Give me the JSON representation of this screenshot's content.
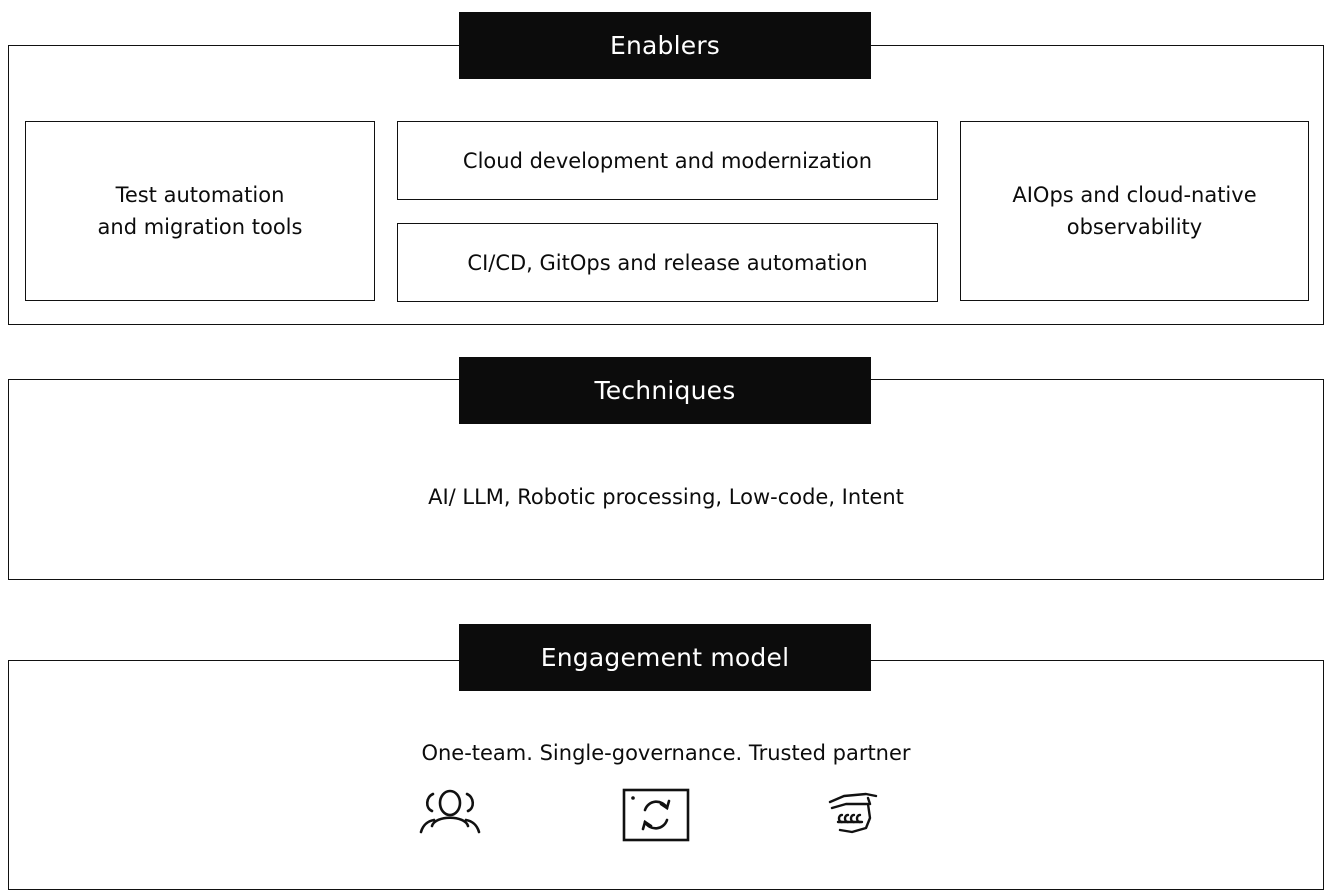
{
  "enablers": {
    "title": "Enablers",
    "left_box": {
      "line1": "Test automation",
      "line2": "and migration tools"
    },
    "middle_top_box": "Cloud development and modernization",
    "middle_bottom_box": "CI/CD, GitOps and release automation",
    "right_box": {
      "line1": "AIOps and cloud-native",
      "line2": "observability"
    }
  },
  "techniques": {
    "title": "Techniques",
    "text": "AI/ LLM, Robotic processing, Low-code, Intent"
  },
  "engagement": {
    "title": "Engagement model",
    "text": "One-team. Single-governance. Trusted partner",
    "icons": [
      "team-icon",
      "refresh-cycle-icon",
      "handshake-icon"
    ]
  }
}
